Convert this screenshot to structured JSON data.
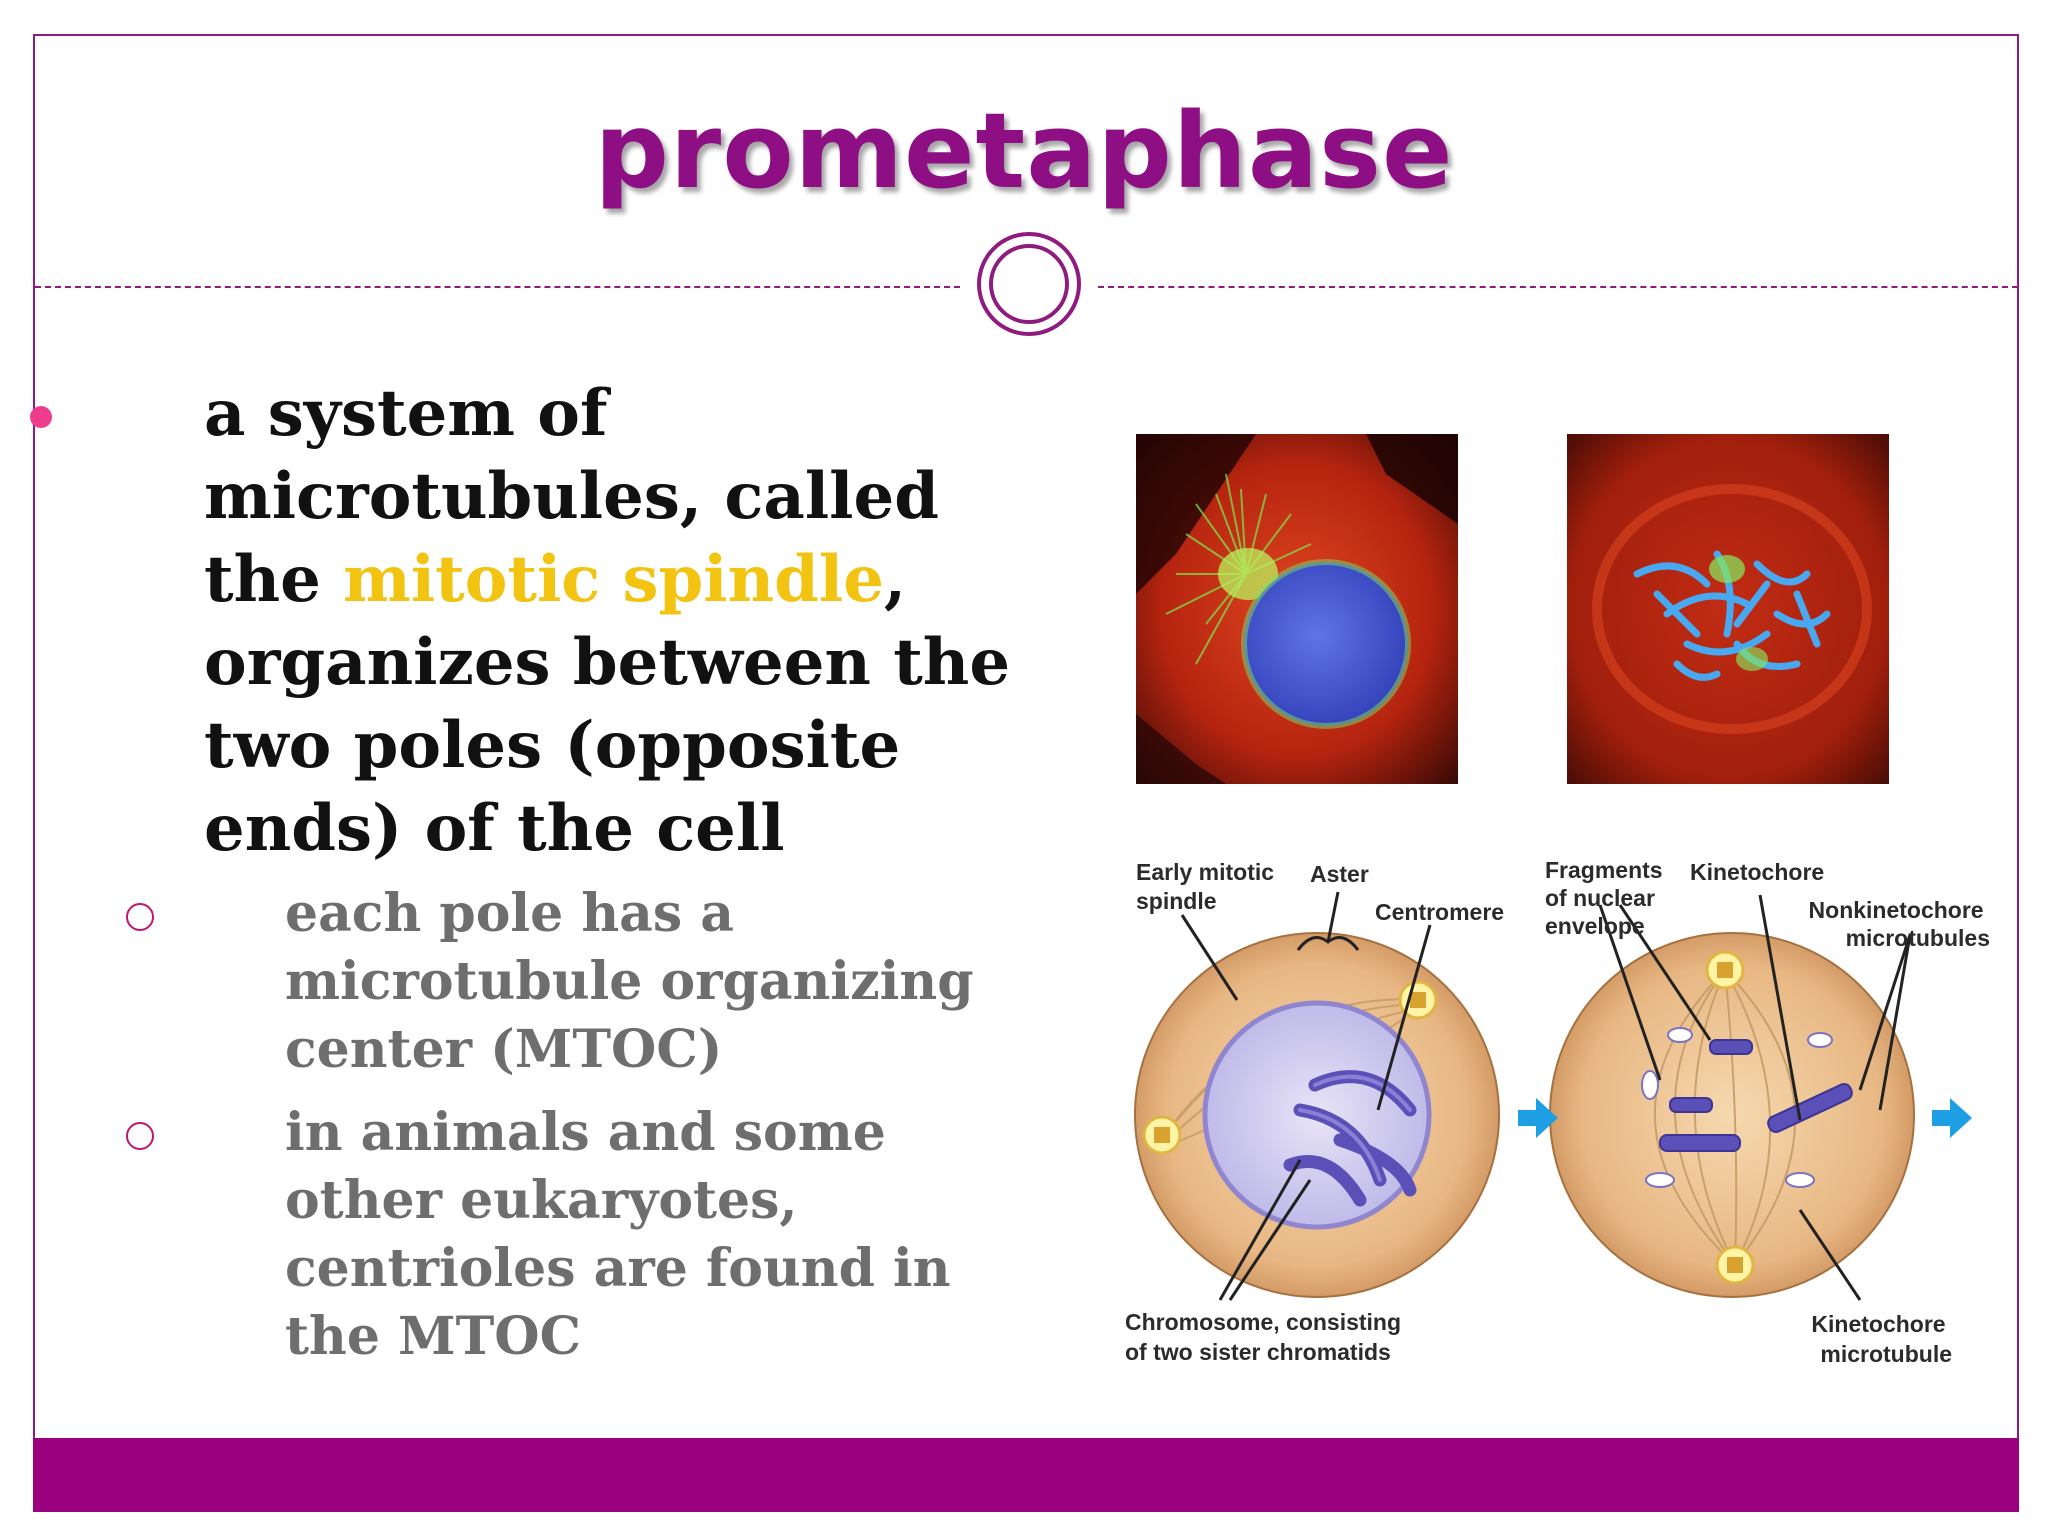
{
  "slide": {
    "title": "prometaphase",
    "bullet": {
      "text_before": "a system of microtubules, called the ",
      "highlight": "mitotic spindle",
      "text_after": ", organizes between the two poles (opposite ends) of the cell"
    },
    "sub_bullets": [
      "each pole has a microtubule organizing center (MTOC)",
      "in animals and some other eukaryotes, centrioles are found in the MTOC"
    ]
  },
  "figure": {
    "labels": {
      "early_spindle": [
        "Early mitotic",
        "spindle"
      ],
      "aster": "Aster",
      "centromere": "Centromere",
      "chromosome": [
        "Chromosome, consisting",
        "of two sister chromatids"
      ],
      "fragments": [
        "Fragments",
        "of nuclear",
        "envelope"
      ],
      "kinetochore": "Kinetochore",
      "nonkinetochore": [
        "Nonkinetochore",
        "microtubules"
      ],
      "kinetochore_mt": [
        "Kinetochore",
        "microtubule"
      ]
    }
  },
  "colors": {
    "title": "#8e0e83",
    "frame": "#8e1b7d",
    "bottom_bar": "#9b007f",
    "highlight": "#f2c310",
    "bullet_dot": "#f03c8c",
    "sub_text": "#6e6e6e"
  }
}
